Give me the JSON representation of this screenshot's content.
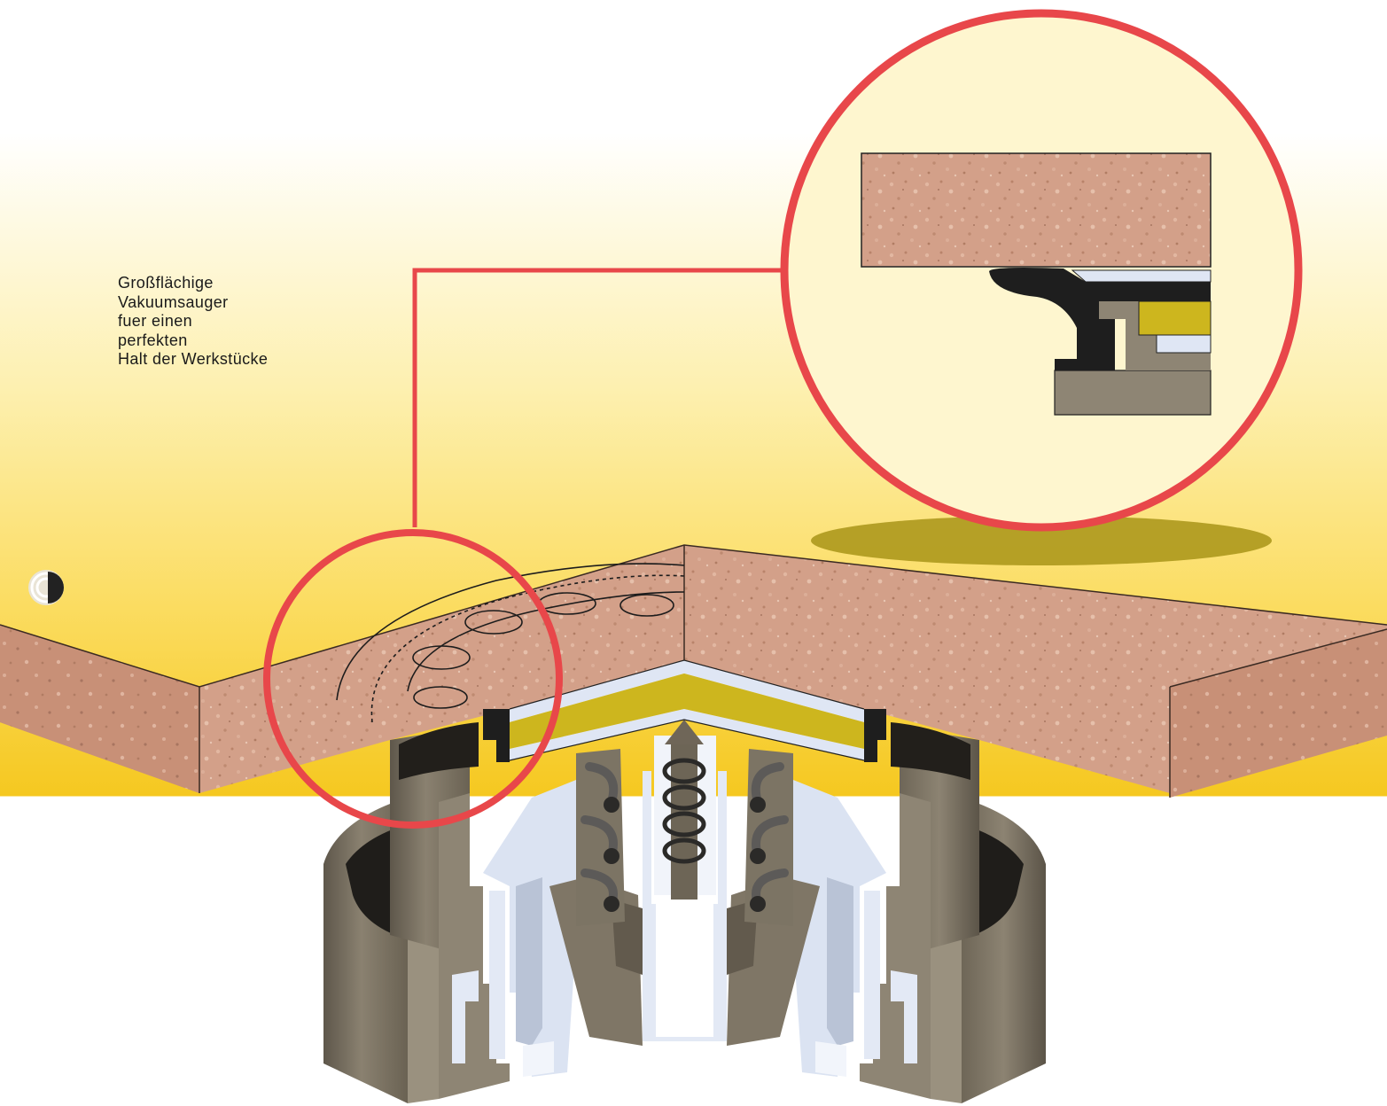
{
  "caption": {
    "lines": [
      "Großflächige",
      "Vakuumsauger",
      "fuer einen",
      "perfekten",
      "Halt der Werkstücke"
    ]
  },
  "colors": {
    "background_top": "#ffffff",
    "background_mid": "#fde98a",
    "background_bottom": "#f5c820",
    "board": "#d3a089",
    "board_side": "#c79278",
    "callout_ring": "#e8474a",
    "callout_fill": "#fef6cf",
    "metal": "#7b7263",
    "metal_dark": "#2a2824",
    "seal": "#1e1e1e",
    "membrane_yellow": "#cdb61e",
    "membrane_white": "#dfe6f4",
    "light_parts": "#dbe3f2",
    "shadow": "#a89418"
  },
  "icons": {
    "edge_marker": "spiral-marker-icon"
  }
}
